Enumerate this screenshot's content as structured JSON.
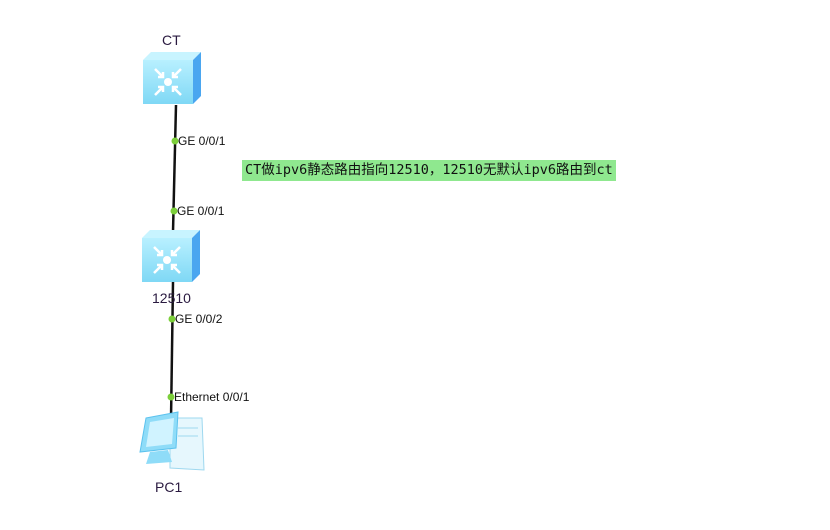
{
  "devices": [
    {
      "name": "CT",
      "type": "switch"
    },
    {
      "name": "12510",
      "type": "switch"
    },
    {
      "name": "PC1",
      "type": "pc"
    }
  ],
  "ports": {
    "ct_port": "GE 0/0/1",
    "s12510_up": "GE 0/0/1",
    "s12510_down": "GE 0/0/2",
    "pc_port": "Ethernet 0/0/1"
  },
  "note": "CT做ipv6静态路由指向12510，12510无默认ipv6路由到ct",
  "colors": {
    "link": "#111111",
    "port_dot": "#7ccf3a",
    "note_bg": "#8fe88f",
    "device": "#8fe0f8"
  }
}
